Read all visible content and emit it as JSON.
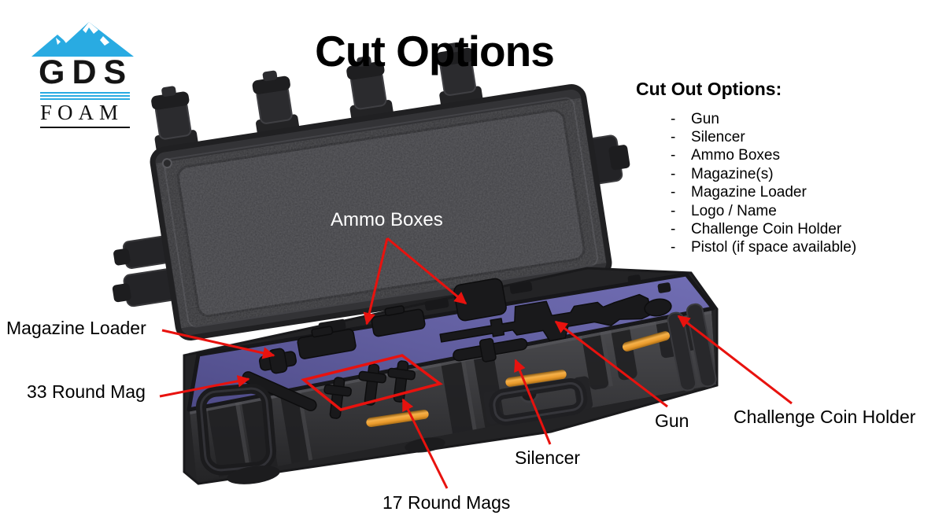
{
  "title": "Cut Options",
  "logo": {
    "brand": "GDS",
    "sub_brand": "FOAM"
  },
  "options_panel": {
    "heading": "Cut Out Options:",
    "bullet": "-",
    "items": [
      "Gun",
      "Silencer",
      "Ammo Boxes",
      "Magazine(s)",
      "Magazine Loader",
      "Logo / Name",
      "Challenge Coin Holder",
      "Pistol (if space available)"
    ]
  },
  "annotations": {
    "ammo_boxes": "Ammo Boxes",
    "magazine_loader": "Magazine Loader",
    "mag_33": "33 Round Mag",
    "mag_17": "17 Round Mags",
    "silencer": "Silencer",
    "gun": "Gun",
    "challenge_coin_holder": "Challenge Coin Holder"
  },
  "colors": {
    "arrow_red": "#e8120e",
    "foam_purple": "#615f9f",
    "logo_blue": "#29abe2",
    "case_dark": "#38383b",
    "accent_orange": "#f0a83c",
    "label_white": "#ffffff",
    "text_black": "#000000"
  }
}
